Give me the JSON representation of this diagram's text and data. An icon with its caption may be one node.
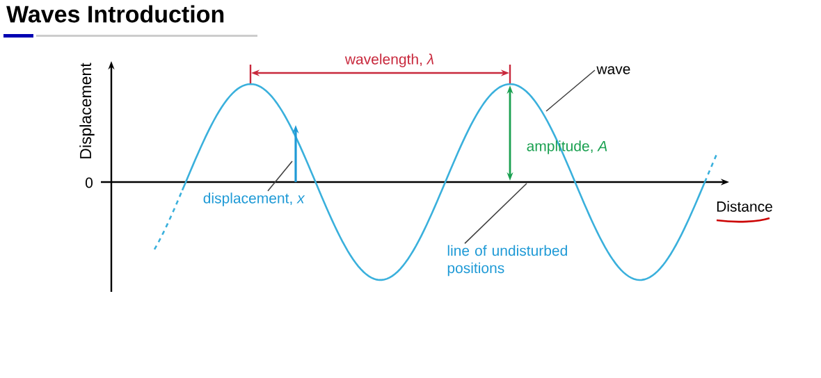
{
  "diagram": {
    "title": "Waves Introduction",
    "nodes": [
      {
        "text": [
          "wave"
        ]
      },
      {
        "text": [
          "line of undisturbed positions"
        ]
      },
      {
        "text": [
          "displacement, *x*"
        ]
      }
    ],
    "edges": [
      {
        "from": 0,
        "to": null,
        "arrow": "none"
      },
      {
        "from": 1,
        "to": null,
        "arrow": "none"
      },
      {
        "from": 2,
        "to": null,
        "arrow": "none"
      }
    ],
    "labels": [
      "Displacement",
      "0",
      "wavelength, *λ*",
      "amplitude, *A*",
      "Distance"
    ]
  }
}
